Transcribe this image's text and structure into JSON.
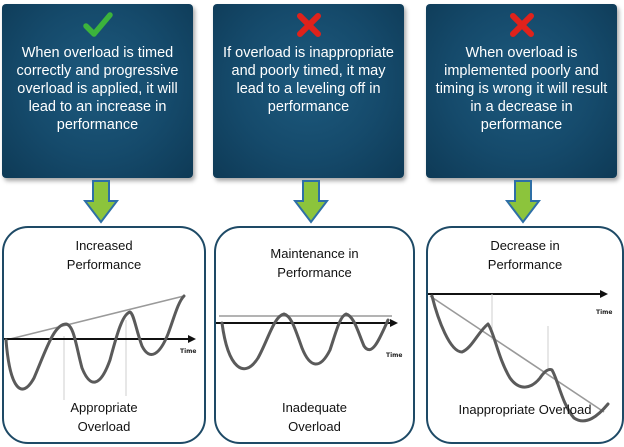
{
  "panels": [
    {
      "status": "correct",
      "status_icon": "checkmark-icon",
      "status_color": "#3cb33c",
      "text": "When overload is timed correctly and progressive overload is applied, it will lead to an increase in performance"
    },
    {
      "status": "incorrect",
      "status_icon": "x-mark-icon",
      "status_color": "#e0221b",
      "text": "If overload is inappropriate and poorly timed, it may lead to a leveling off in performance"
    },
    {
      "status": "incorrect",
      "status_icon": "x-mark-icon",
      "status_color": "#e0221b",
      "text": "When overload is implemented poorly and timing is wrong it will result in a decrease in performance"
    }
  ],
  "cards": [
    {
      "title": "Increased Performance",
      "caption": "Appropriate Overload",
      "axis_label": "Time"
    },
    {
      "title": "Maintenance in Performance",
      "caption": "Inadequate Overload",
      "axis_label": "Time"
    },
    {
      "title": "Decrease in Performance",
      "caption": "Inappropriate Overload",
      "axis_label": "Time"
    }
  ],
  "colors": {
    "panel_bg": "#154a6b",
    "arrow_fill": "#8cc43c",
    "arrow_stroke": "#2e6fa6",
    "card_border": "#1e4a66"
  }
}
